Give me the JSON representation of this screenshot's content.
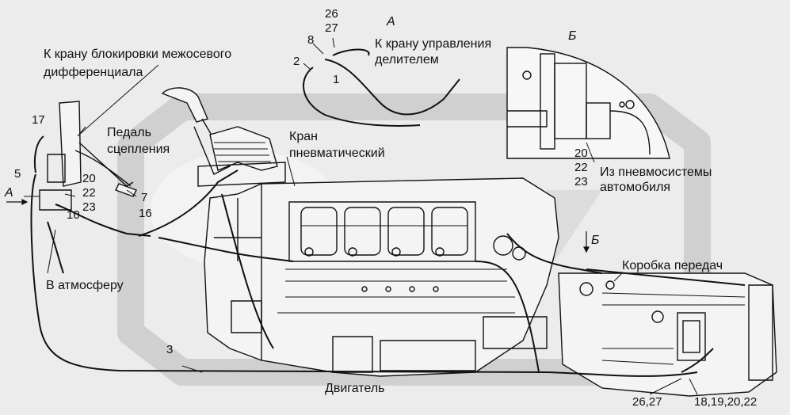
{
  "labels": {
    "view_a_top": "А",
    "view_a_left": "А",
    "view_b": "Б",
    "view_b_arrow": "Б",
    "to_interaxle_lock_line1": "К крану блокировки межосевого",
    "to_interaxle_lock_line2": "дифференциала",
    "to_divider_line1": "К крану управления",
    "to_divider_line2": "делителем",
    "clutch_pedal_line1": "Педаль",
    "clutch_pedal_line2": "сцепления",
    "pneumatic_valve_line1": "Кран",
    "pneumatic_valve_line2": "пневматический",
    "from_pneumo_line1": "Из пневмосистемы",
    "from_pneumo_line2": "автомобиля",
    "to_atmosphere": "В атмосферу",
    "gearbox": "Коробка передач",
    "engine": "Двигатель"
  },
  "callouts": {
    "n26_27_top": [
      "26",
      "27"
    ],
    "n8": "8",
    "n2": "2",
    "n1": "1",
    "n17": "17",
    "n5": "5",
    "n20_22_23_left": [
      "20",
      "22",
      "23"
    ],
    "n10": "10",
    "n7": "7",
    "n16": "16",
    "n20_22_23_b": [
      "20",
      "22",
      "23"
    ],
    "n3": "3",
    "n26_27_bottom": "26,27",
    "n18_19_20_22": "18,19,20,22"
  },
  "colors": {
    "background": "#ececec",
    "watermark": "#d3d3d3",
    "ink": "#111111"
  }
}
